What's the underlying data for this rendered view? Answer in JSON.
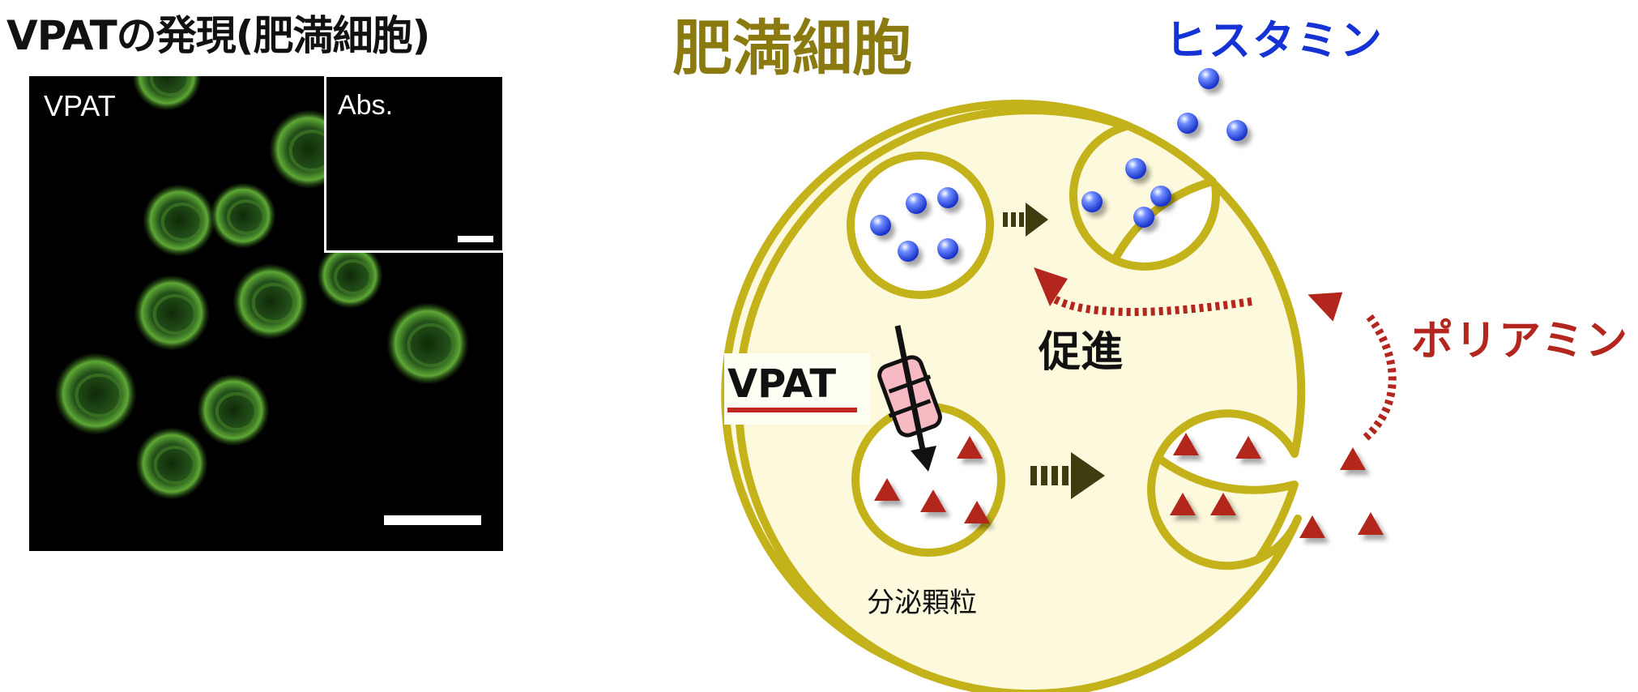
{
  "left_panel": {
    "title": "VPATの発現(肥満細胞)",
    "main_label": "VPAT",
    "inset_label": "Abs."
  },
  "right_panel": {
    "title": "肥満細胞",
    "histamine_label": "ヒスタミン",
    "polyamine_label": "ポリアミン",
    "promote_label": "促進",
    "vpat_label": "VPAT",
    "granule_label": "分泌顆粒"
  },
  "colors": {
    "cell_fill": "#fdf9dd",
    "cell_border": "#c4b21a",
    "histamine": "#1f45e0",
    "polyamine": "#b3261e",
    "title_olive": "#8a7a10",
    "arrow_dark": "#3d3d10",
    "transporter": "#f7b9c2",
    "fluorescence": "#6fb83a"
  },
  "icons": {
    "histamine": "blue-sphere",
    "polyamine": "red-triangle",
    "transporter": "pink-capsule"
  }
}
